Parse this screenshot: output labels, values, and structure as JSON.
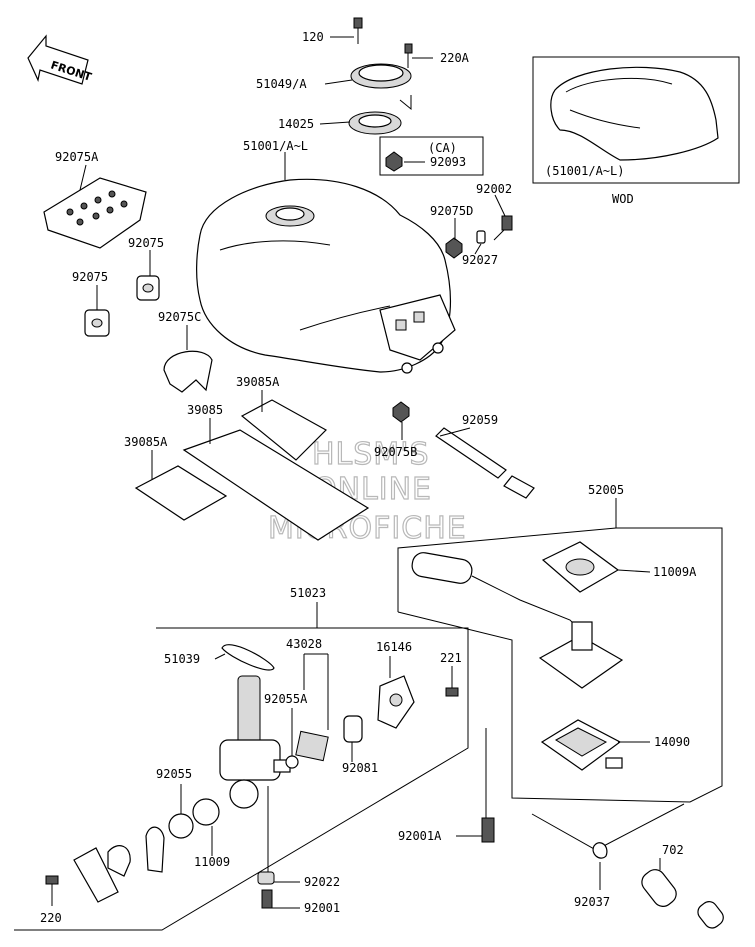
{
  "front_label": "FRONT",
  "watermark": {
    "line1": "HLSM'S",
    "line2": "ONLINE",
    "line3": "MICROFICHE"
  },
  "inset": {
    "ref": "(51001/A~L)",
    "caption": "WOD"
  },
  "ca_label": "(CA)",
  "parts": {
    "p120": "120",
    "p220A": "220A",
    "p51049A": "51049/A",
    "p14025": "14025",
    "p51001": "51001/A~L",
    "p92093": "92093",
    "p92075A": "92075A",
    "p92002": "92002",
    "p92075D": "92075D",
    "p92075_1": "92075",
    "p92075_2": "92075",
    "p92027": "92027",
    "p92075C": "92075C",
    "p39085A_1": "39085A",
    "p39085": "39085",
    "p39085A_2": "39085A",
    "p92075B": "92075B",
    "p92059": "92059",
    "p52005": "52005",
    "p11009A": "11009A",
    "p51023": "51023",
    "p51039": "51039",
    "p43028": "43028",
    "p16146": "16146",
    "p221": "221",
    "p92055A": "92055A",
    "p92081": "92081",
    "p14090": "14090",
    "p92055": "92055",
    "p11009": "11009",
    "p92001A": "92001A",
    "p220": "220",
    "p92022": "92022",
    "p92001": "92001",
    "p702": "702",
    "p92037": "92037"
  }
}
